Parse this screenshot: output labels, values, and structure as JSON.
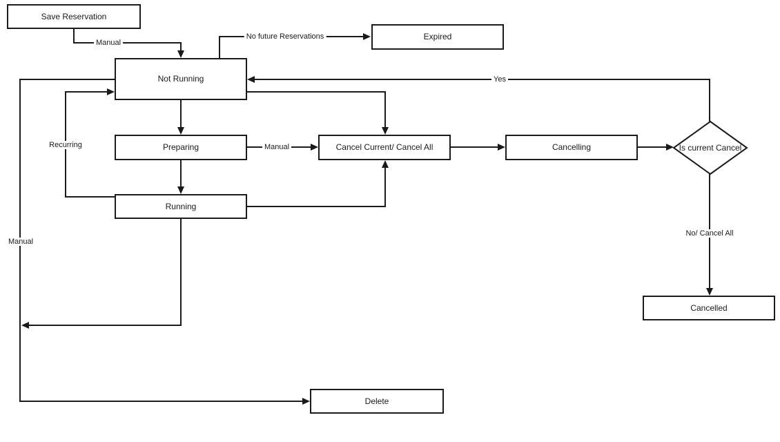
{
  "diagram": {
    "type": "flowchart",
    "subject": "Reservation lifecycle state machine",
    "colors": {
      "background": "#ffffff",
      "line": "#1a1a1a",
      "node_fill": "#ffffff",
      "node_border": "#1a1a1a",
      "text": "#1a1a1a"
    },
    "nodes": {
      "save_reservation": {
        "label": "Save Reservation",
        "shape": "rectangle"
      },
      "expired": {
        "label": "Expired",
        "shape": "rectangle"
      },
      "not_running": {
        "label": "Not Running",
        "shape": "rectangle"
      },
      "preparing": {
        "label": "Preparing",
        "shape": "rectangle"
      },
      "running": {
        "label": "Running",
        "shape": "rectangle"
      },
      "cancel_current": {
        "label": "Cancel Current/ Cancel All",
        "shape": "rectangle"
      },
      "cancelling": {
        "label": "Cancelling",
        "shape": "rectangle"
      },
      "is_current_cancel": {
        "label": "Is current Cancel",
        "shape": "diamond"
      },
      "cancelled": {
        "label": "Cancelled",
        "shape": "rectangle"
      },
      "delete": {
        "label": "Delete",
        "shape": "rectangle"
      }
    },
    "edges": [
      {
        "from": "Save Reservation",
        "to": "Not Running",
        "label": "Manual"
      },
      {
        "from": "Not Running",
        "to": "Expired",
        "label": "No future Reservations"
      },
      {
        "from": "Not Running",
        "to": "Preparing",
        "label": ""
      },
      {
        "from": "Preparing",
        "to": "Running",
        "label": ""
      },
      {
        "from": "Running",
        "to": "Not Running",
        "label": "Recurring"
      },
      {
        "from": "Preparing",
        "to": "Cancel Current/ Cancel All",
        "label": "Manual"
      },
      {
        "from": "Not Running",
        "to": "Cancel Current/ Cancel All",
        "label": ""
      },
      {
        "from": "Running",
        "to": "Cancel Current/ Cancel All",
        "label": ""
      },
      {
        "from": "Cancel Current/ Cancel All",
        "to": "Cancelling",
        "label": ""
      },
      {
        "from": "Cancelling",
        "to": "Is current Cancel",
        "label": ""
      },
      {
        "from": "Is current Cancel",
        "to": "Not Running",
        "label": "Yes"
      },
      {
        "from": "Is current Cancel",
        "to": "Cancelled",
        "label": "No/ Cancel All"
      },
      {
        "from": "Not Running",
        "to": "Delete",
        "label": "Manual"
      },
      {
        "from": "Running",
        "to": "Delete path",
        "label": ""
      }
    ]
  }
}
